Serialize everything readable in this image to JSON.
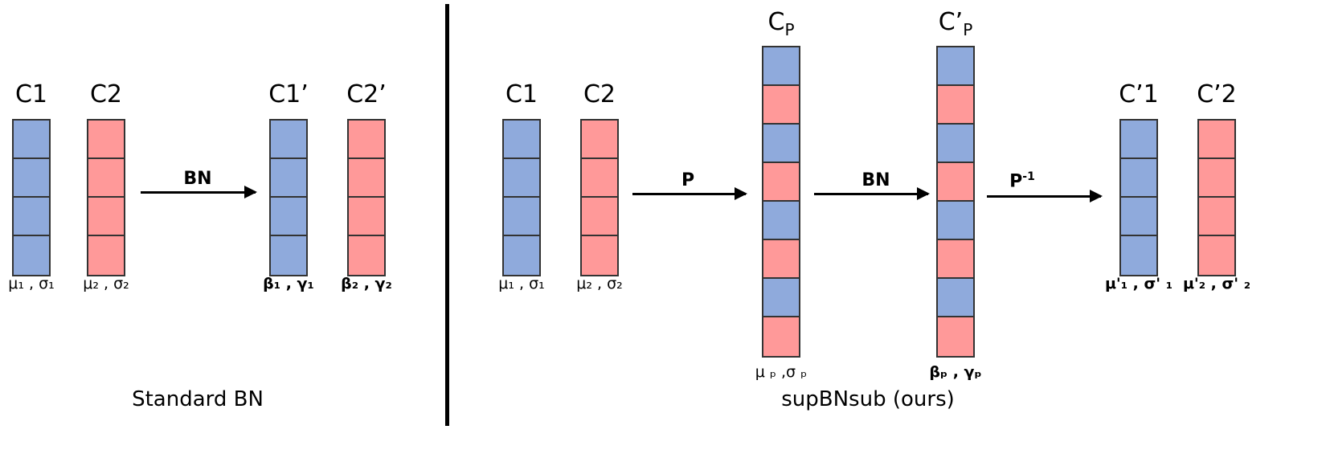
{
  "colors": {
    "blue": "#8faadc",
    "red": "#ff9999",
    "border": "#333333"
  },
  "standard": {
    "caption": "Standard BN",
    "arrow_label": "BN",
    "columns": [
      {
        "name": "C1",
        "sub": "",
        "stat": "μ₁ , σ₁",
        "cells": [
          "blue",
          "blue",
          "blue",
          "blue"
        ]
      },
      {
        "name": "C2",
        "sub": "",
        "stat": "μ₂ , σ₂",
        "cells": [
          "red",
          "red",
          "red",
          "red"
        ]
      },
      {
        "name": "C1’",
        "sub": "",
        "stat": "β₁ , γ₁",
        "cells": [
          "blue",
          "blue",
          "blue",
          "blue"
        ]
      },
      {
        "name": "C2’",
        "sub": "",
        "stat": "β₂ , γ₂",
        "cells": [
          "red",
          "red",
          "red",
          "red"
        ]
      }
    ]
  },
  "ours": {
    "caption": "supBNsub (ours)",
    "arrow_p": "P",
    "arrow_bn": "BN",
    "arrow_pinv": "P",
    "arrow_pinv_sup": "-1",
    "columns": [
      {
        "name": "C1",
        "sub": "",
        "stat": "μ₁ , σ₁",
        "cells": [
          "blue",
          "blue",
          "blue",
          "blue"
        ]
      },
      {
        "name": "C2",
        "sub": "",
        "stat": "μ₂ , σ₂",
        "cells": [
          "red",
          "red",
          "red",
          "red"
        ]
      },
      {
        "name": "C",
        "sub": "P",
        "stat": "μ ₚ ,σ ₚ",
        "cells": [
          "blue",
          "red",
          "blue",
          "red",
          "blue",
          "red",
          "blue",
          "red"
        ]
      },
      {
        "name": "C’",
        "sub": "P",
        "stat": "βₚ , γₚ",
        "cells": [
          "blue",
          "red",
          "blue",
          "red",
          "blue",
          "red",
          "blue",
          "red"
        ]
      },
      {
        "name": "C’1",
        "sub": "",
        "stat": "μ'₁ , σ' ₁",
        "cells": [
          "blue",
          "blue",
          "blue",
          "blue"
        ]
      },
      {
        "name": "C’2",
        "sub": "",
        "stat": "μ'₂ , σ' ₂",
        "cells": [
          "red",
          "red",
          "red",
          "red"
        ]
      }
    ]
  }
}
